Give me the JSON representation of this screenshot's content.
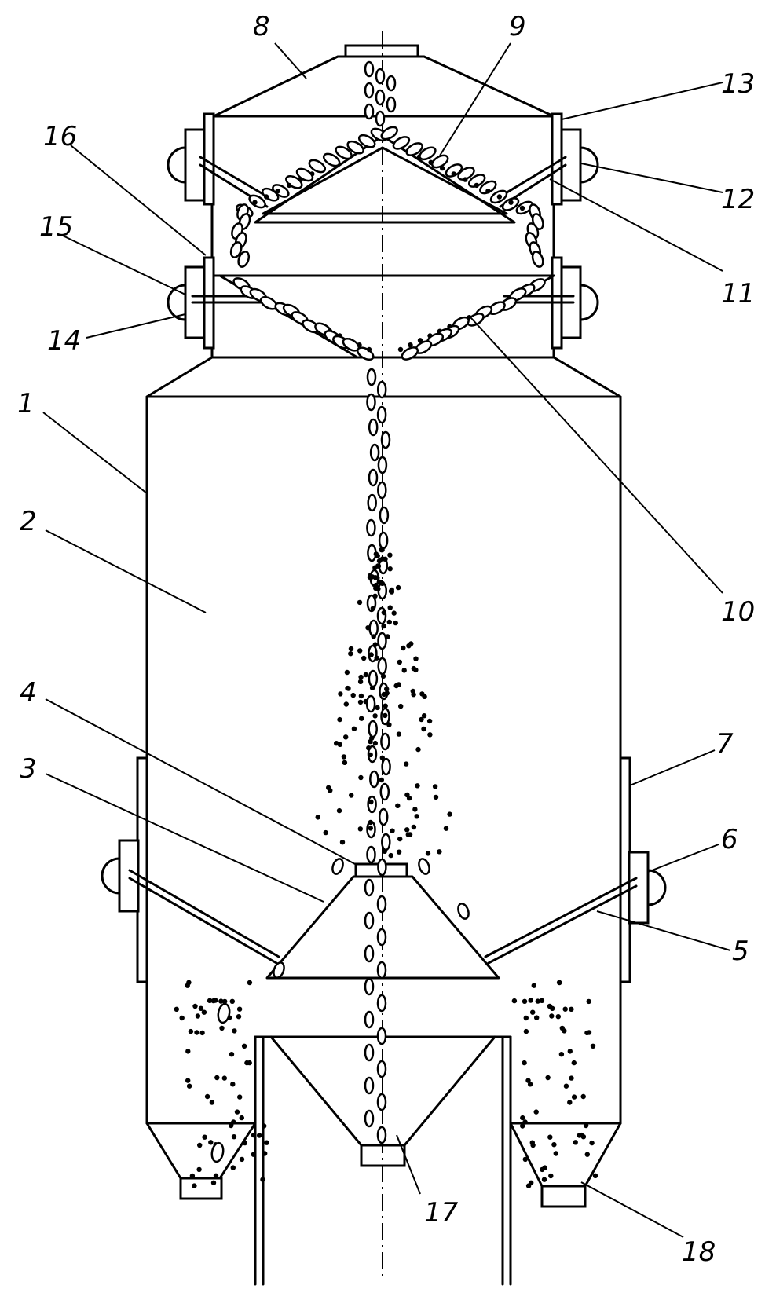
{
  "labels": [
    {
      "id": "l1",
      "text": "1"
    },
    {
      "id": "l2",
      "text": "2"
    },
    {
      "id": "l3",
      "text": "3"
    },
    {
      "id": "l4",
      "text": "4"
    },
    {
      "id": "l5",
      "text": "5"
    },
    {
      "id": "l6",
      "text": "6"
    },
    {
      "id": "l7",
      "text": "7"
    },
    {
      "id": "l8",
      "text": "8"
    },
    {
      "id": "l9",
      "text": "9"
    },
    {
      "id": "l10",
      "text": "10"
    },
    {
      "id": "l11",
      "text": "11"
    },
    {
      "id": "l12",
      "text": "12"
    },
    {
      "id": "l13",
      "text": "13"
    },
    {
      "id": "l14",
      "text": "14"
    },
    {
      "id": "l15",
      "text": "15"
    },
    {
      "id": "l16",
      "text": "16"
    },
    {
      "id": "l17",
      "text": "17"
    },
    {
      "id": "l18",
      "text": "18"
    }
  ]
}
